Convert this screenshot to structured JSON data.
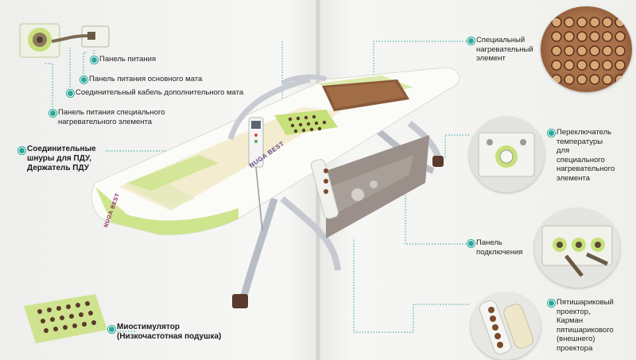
{
  "colors": {
    "accent_teal": "#2aa79a",
    "mat_green": "#c6e07a",
    "bed_white": "#fbfbf8",
    "stone_brown": "#7a4a2a",
    "cream": "#f3eccf"
  },
  "brand": {
    "side_logo": "NUGA BEST",
    "top_logo": "NUGA BEST"
  },
  "callouts": {
    "power_panel": "Панель питания",
    "main_mat_power": "Панель питания основного мата",
    "extra_mat_cable": "Соединительный кабель дополнительного мата",
    "heater_power": "Панель питания специального\nнагревательного элемента",
    "remote_cords": "Соединительные\nшнуры для ПДУ,\nДержатель ПДУ",
    "myostimulator": "Миостимулятор\n(Низкочастотная подушка)",
    "special_heater": "Специальный\nнагревательный\nэлемент",
    "temp_switch": "Переключатель\nтемпературы\nдля\nспециального\nнагревательного\nэлемента",
    "connection_panel": "Панель\nподключения",
    "projector": "Пятишариковый\nпроектор,\nКарман\nпятишарикового\n(внешнего)\nпроектора"
  },
  "icons": [
    "power-connector-icon",
    "remote-control-icon",
    "temperature-dial-icon"
  ]
}
